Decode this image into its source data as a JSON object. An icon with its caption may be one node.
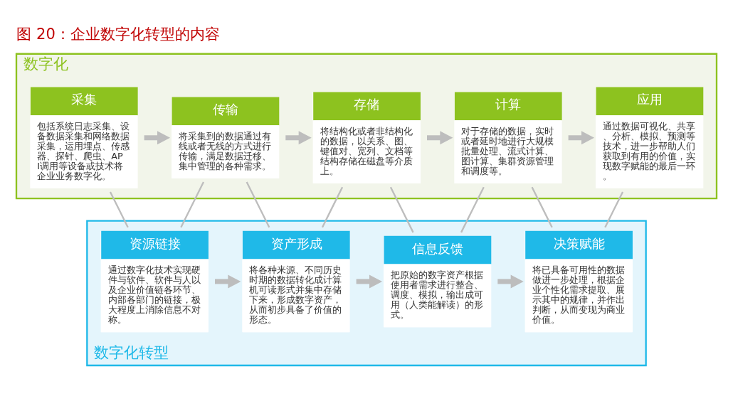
{
  "diagram": {
    "title": "图 20：企业数字化转型的内容",
    "nodes": [
      {
        "text": [
          "数字化"
        ]
      },
      {
        "text": [
          "采集",
          "包括系统日志采集、设备数据采集和网络数据采集，运用埋点、传感器、探针、爬虫、API调用等设备或技术将企业业务数字化。"
        ],
        "in": 0
      },
      {
        "text": [
          "传输",
          "将采集到的数据通过有线或者无线的方式进行传输，满足数据迁移、集中管理的各种需求。"
        ],
        "in": 0
      },
      {
        "text": [
          "存储",
          "将结构化或者非结构化的数据，以关系、图、键值对、宽列、文档等结构存储在磁盘等介质上。"
        ],
        "in": 0
      },
      {
        "text": [
          "计算",
          "对于存储的数据，实时或者延时地进行大规模批量处理、流式计算、图计算、集群资源管理和调度等。"
        ],
        "in": 0
      },
      {
        "text": [
          "应用",
          "通过数据可视化、共享、分析、模拟、预测等技术，进一步帮助人们获取到有用的价值，实现数字赋能的最后一环。"
        ],
        "in": 0
      },
      {
        "text": [
          "数字化转型"
        ]
      },
      {
        "text": [
          "资源链接",
          "通过数字化技术实现硬件与软件、软件与人以及企业价值链各环节、内部各部门的链接，极大程度上消除信息不对称。"
        ],
        "in": 6
      },
      {
        "text": [
          "资产形成",
          "将各种来源、不同历史时期的数据转化成计算机可读形式并集中存储下来，形成数字资产，从而初步具备了价值的形态。"
        ],
        "in": 6
      },
      {
        "text": [
          "信息反馈",
          "把原始的数字资产根据使用者需求进行整合、调度、模拟，输出成可用（人类能解读）的形式。"
        ],
        "in": 6
      },
      {
        "text": [
          "决策赋能",
          "将已具备可用性的数据做进一步处理，根据企业个性化需求提取、展示其中的规律，并作出判断，从而变现为商业价值。"
        ],
        "in": 6
      }
    ],
    "edges": [
      {
        "from": 1,
        "to": 2,
        "arrow": "to",
        "style": "thick"
      },
      {
        "from": 2,
        "to": 3,
        "arrow": "to",
        "style": "thick"
      },
      {
        "from": 3,
        "to": 4,
        "arrow": "to",
        "style": "thick"
      },
      {
        "from": 4,
        "to": 5,
        "arrow": "to",
        "style": "thick"
      },
      {
        "from": 7,
        "to": 8,
        "arrow": "to",
        "style": "thick"
      },
      {
        "from": 8,
        "to": 9,
        "arrow": "to",
        "style": "thick"
      },
      {
        "from": 9,
        "to": 10,
        "arrow": "to",
        "style": "thick"
      },
      {
        "from": 1,
        "to": 7,
        "arrow": "none"
      },
      {
        "from": 2,
        "to": 7,
        "arrow": "none"
      },
      {
        "from": 2,
        "to": 8,
        "arrow": "none"
      },
      {
        "from": 3,
        "to": 8,
        "arrow": "none"
      },
      {
        "from": 3,
        "to": 9,
        "arrow": "none"
      },
      {
        "from": 4,
        "to": 9,
        "arrow": "none"
      },
      {
        "from": 4,
        "to": 10,
        "arrow": "none"
      },
      {
        "from": 5,
        "to": 10,
        "arrow": "none"
      }
    ]
  }
}
